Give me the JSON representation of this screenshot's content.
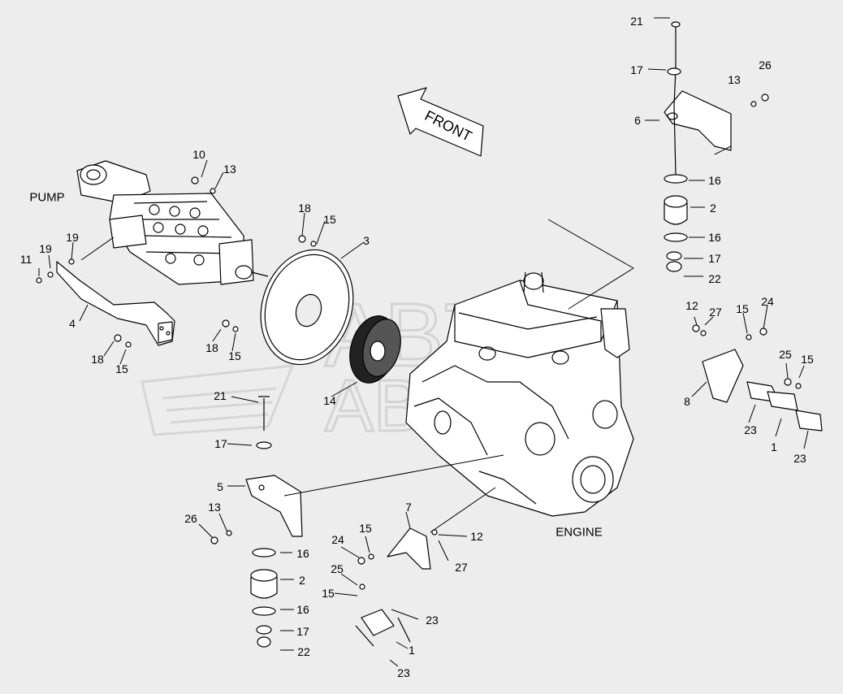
{
  "titles": {
    "pump": "PUMP",
    "engine": "ENGINE",
    "front": "FRONT"
  },
  "watermark": {
    "line1": "ABTO",
    "line2": "ABTC"
  },
  "colors": {
    "background": "#ededed",
    "line": "#000000",
    "watermark": "#d8d8d8"
  },
  "labels": {
    "c21_top": "21",
    "c17_top": "17",
    "c13_top": "13",
    "c26_top": "26",
    "c6": "6",
    "c16_top": "16",
    "c2_top": "2",
    "c16_top2": "16",
    "c17_top2": "17",
    "c22_top": "22",
    "c10": "10",
    "c13_pump": "13",
    "c18_flex": "18",
    "c15_flex": "15",
    "c3": "3",
    "c11": "11",
    "c19": "19",
    "c19b": "19",
    "c4": "4",
    "c18_br": "18",
    "c15_br": "15",
    "c18_pl": "18",
    "c15_pl": "15",
    "c14": "14",
    "c12_r": "12",
    "c27_r": "27",
    "c15_r": "15",
    "c24_r": "24",
    "c25_r": "25",
    "c15_r2": "15",
    "c8": "8",
    "c23_r": "23",
    "c1_r": "1",
    "c23_r2": "23",
    "c21_l": "21",
    "c17_l": "17",
    "c5": "5",
    "c26_l": "26",
    "c13_l": "13",
    "c16_l": "16",
    "c2_l": "2",
    "c16_l2": "16",
    "c17_l2": "17",
    "c22_l": "22",
    "c7": "7",
    "c12_b": "12",
    "c15_b": "15",
    "c24_b": "24",
    "c27_b": "27",
    "c25_b": "25",
    "c15_b2": "15",
    "c23_b": "23",
    "c1_b": "1",
    "c23_b2": "23"
  }
}
